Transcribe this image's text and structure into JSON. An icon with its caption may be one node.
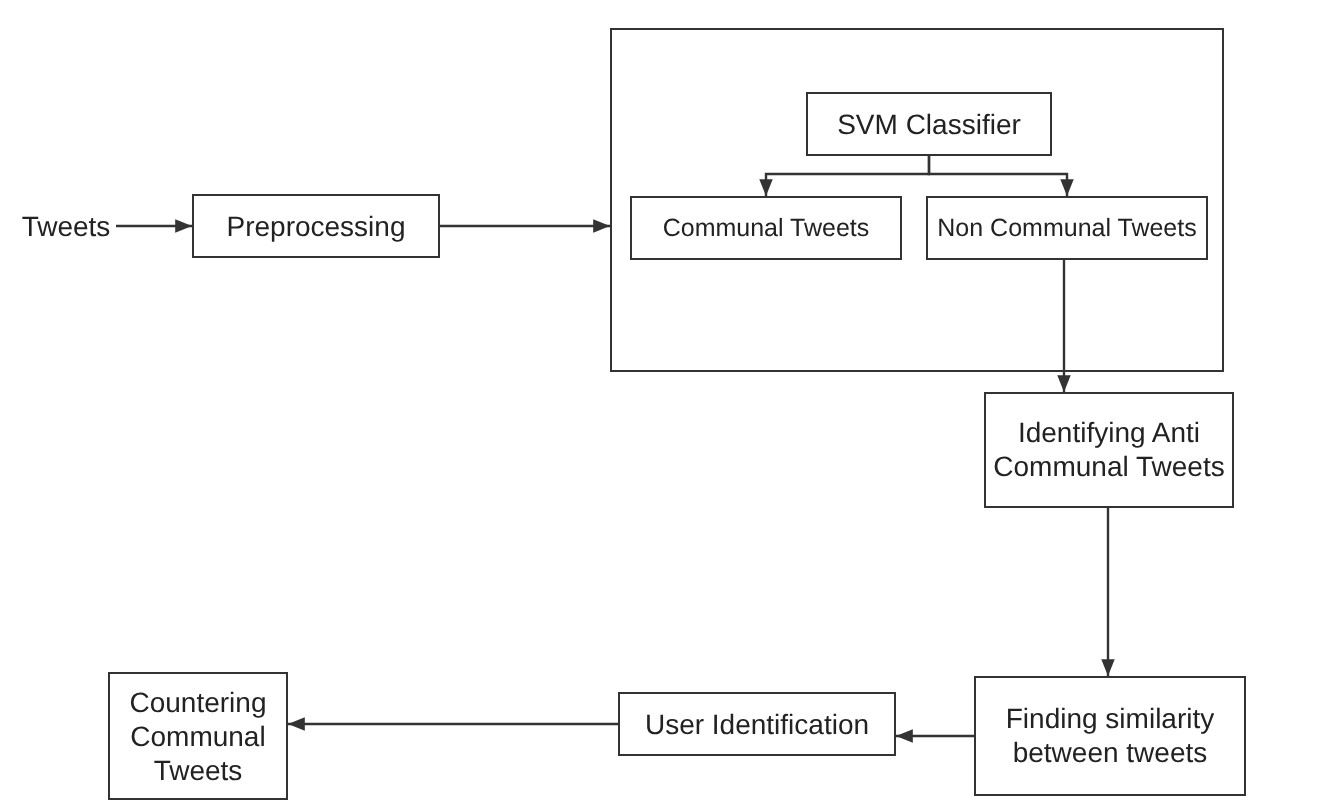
{
  "diagram": {
    "nodes": [
      {
        "text": [
          "Tweets"
        ]
      },
      {
        "text": [
          "Preprocessing"
        ]
      },
      {
        "text": [],
        "shape": "box"
      },
      {
        "text": [
          "SVM Classifier"
        ],
        "in": 2
      },
      {
        "text": [
          "Communal Tweets"
        ],
        "in": 2
      },
      {
        "text": [
          "Non Communal Tweets"
        ],
        "in": 2
      },
      {
        "text": [
          "Identifying Anti Communal Tweets"
        ]
      },
      {
        "text": [
          "Finding similarity between tweets"
        ]
      },
      {
        "text": [
          "User Identification"
        ]
      },
      {
        "text": [
          "Countering Communal Tweets"
        ]
      }
    ],
    "edges": [
      {
        "from": 0,
        "to": 1,
        "arrow": "to"
      },
      {
        "from": 1,
        "to": 2,
        "arrow": "to"
      },
      {
        "from": 3,
        "to": 4,
        "arrow": "to"
      },
      {
        "from": 3,
        "to": 5,
        "arrow": "to"
      },
      {
        "from": 5,
        "to": 6,
        "arrow": "to"
      },
      {
        "from": 6,
        "to": 7,
        "arrow": "to"
      },
      {
        "from": 7,
        "to": 8,
        "arrow": "to"
      },
      {
        "from": 8,
        "to": 9,
        "arrow": "to"
      }
    ]
  }
}
